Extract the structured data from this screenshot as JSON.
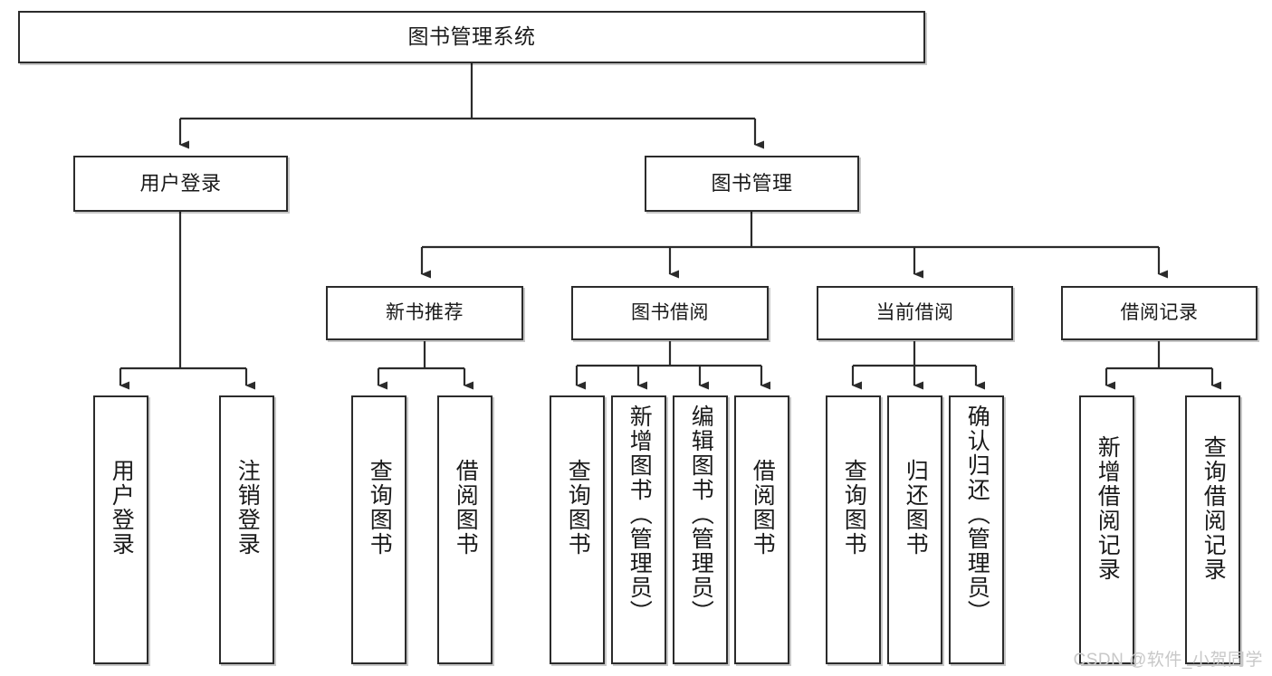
{
  "diagram": {
    "title": "图书管理系统",
    "watermark": "CSDN @软件_小贺同学",
    "style": {
      "box_border": "#2b2b2b",
      "box_fill": "#ffffff",
      "connector": "#2b2b2b",
      "text": "#1a1a1a",
      "watermark_color": "#c8c8c8"
    },
    "root": {
      "label": "图书管理系统"
    },
    "level1": [
      {
        "label": "用户登录"
      },
      {
        "label": "图书管理"
      }
    ],
    "level2": [
      {
        "label": "新书推荐"
      },
      {
        "label": "图书借阅"
      },
      {
        "label": "当前借阅"
      },
      {
        "label": "借阅记录"
      }
    ],
    "leaves": {
      "user_login": [
        {
          "label": "用户登录"
        },
        {
          "label": "注销登录"
        }
      ],
      "new_book": [
        {
          "label": "查询图书"
        },
        {
          "label": "借阅图书"
        }
      ],
      "book_borrow": [
        {
          "label": "查询图书"
        },
        {
          "label": "新增图书（管理员）"
        },
        {
          "label": "编辑图书（管理员）"
        },
        {
          "label": "借阅图书"
        }
      ],
      "current_borrow": [
        {
          "label": "查询图书"
        },
        {
          "label": "归还图书"
        },
        {
          "label": "确认归还（管理员）"
        }
      ],
      "borrow_records": [
        {
          "label": "新增借阅记录"
        },
        {
          "label": "查询借阅记录"
        }
      ]
    }
  }
}
